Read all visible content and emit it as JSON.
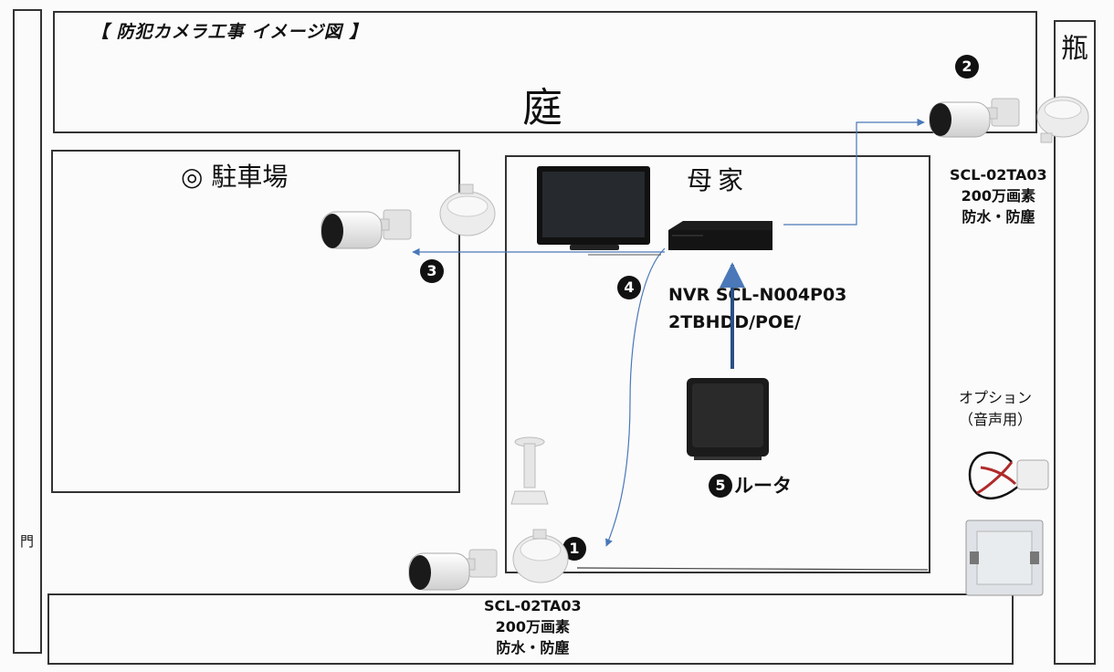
{
  "title": "【 防犯カメラ工事 イメージ図 】",
  "labels": {
    "garden": "庭",
    "parking": "◎ 駐車場",
    "main_house": "母家",
    "bin": "瓶",
    "gate": "門"
  },
  "camera_2": {
    "badge": "2",
    "spec_lines": [
      "SCL-02TA03",
      "200万画素",
      "防水・防塵"
    ]
  },
  "camera_1": {
    "badge": "1",
    "spec_lines": [
      "SCL-02TA03",
      "200万画素",
      "防水・防塵"
    ]
  },
  "camera_3": {
    "badge": "3"
  },
  "nvr": {
    "badge": "4",
    "spec_lines": [
      "NVR SCL-N004P03",
      "2TBHDD/POE/"
    ]
  },
  "router": {
    "badge": "5",
    "label": "ルータ"
  },
  "option": {
    "lines": [
      "オプション",
      "（音声用）"
    ]
  },
  "colors": {
    "cable": "#4a78b8",
    "wall": "#333333",
    "device": "#1a1a1a",
    "camera": "#e9e9e9"
  }
}
